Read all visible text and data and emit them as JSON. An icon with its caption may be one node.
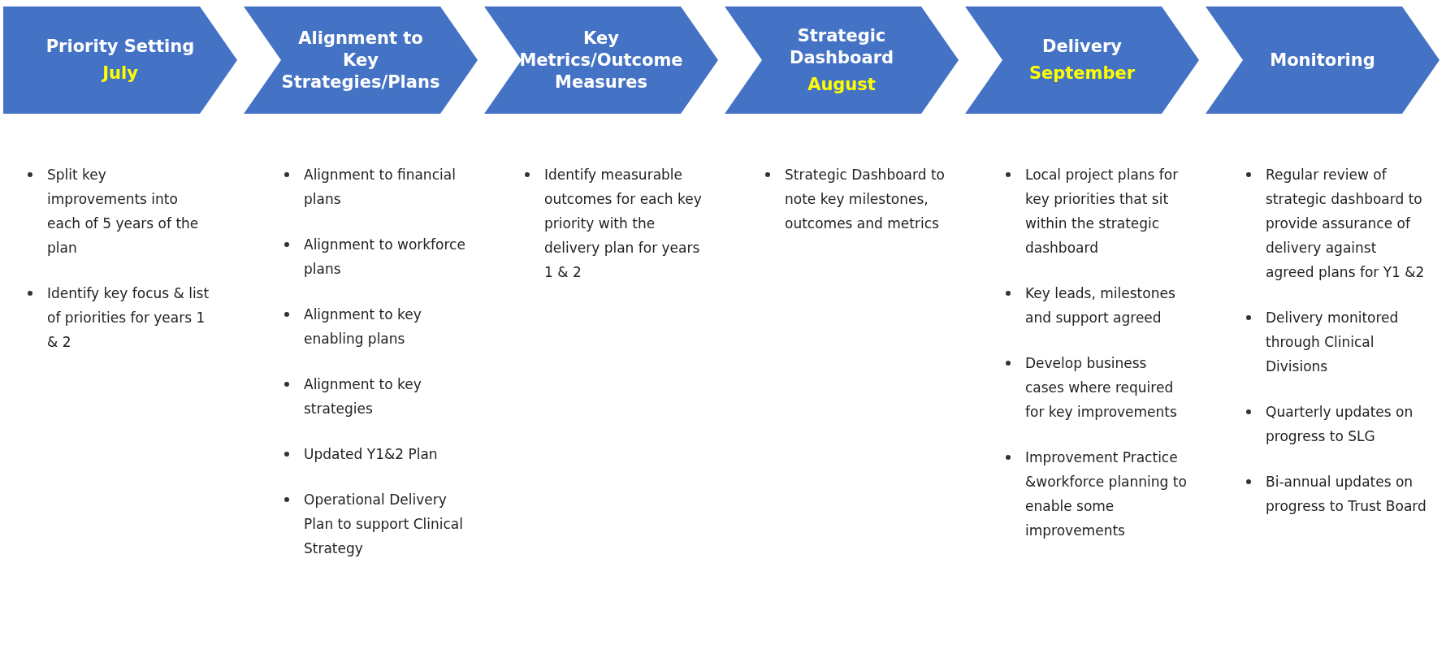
{
  "diagram": {
    "nodes": [
      {
        "text": [
          "Priority Setting",
          "July"
        ],
        "beside": [
          "Split key improvements into each of 5 years of the plan",
          "Identify key focus & list of priorities for years 1 & 2"
        ]
      },
      {
        "text": [
          "Alignment to Key Strategies/Plans"
        ],
        "beside": [
          "Alignment to financial plans",
          "Alignment to workforce plans",
          "Alignment to key enabling plans",
          "Alignment to key strategies",
          "Updated Y1&2 Plan",
          "Operational Delivery Plan to support Clinical Strategy"
        ]
      },
      {
        "text": [
          "Key Metrics/Outcome Measures"
        ],
        "beside": [
          "Identify measurable outcomes for each key priority with the delivery plan for years 1 & 2"
        ]
      },
      {
        "text": [
          "Strategic Dashboard",
          "August"
        ],
        "beside": [
          "Strategic Dashboard to note key milestones, outcomes and metrics"
        ]
      },
      {
        "text": [
          "Delivery",
          "September"
        ],
        "beside": [
          "Local project plans for key priorities that sit within the strategic dashboard",
          "Key leads, milestones and support agreed",
          "Develop business cases where required for key improvements",
          "Improvement Practice &workforce planning to enable some improvements"
        ]
      },
      {
        "text": [
          "Monitoring"
        ],
        "beside": [
          "Regular review of strategic dashboard to provide assurance of delivery against agreed plans for Y1 &2",
          "Delivery monitored through Clinical Divisions",
          "Quarterly updates on progress to SLG",
          "Bi-annual updates on progress to Trust Board"
        ]
      }
    ],
    "edges": []
  }
}
